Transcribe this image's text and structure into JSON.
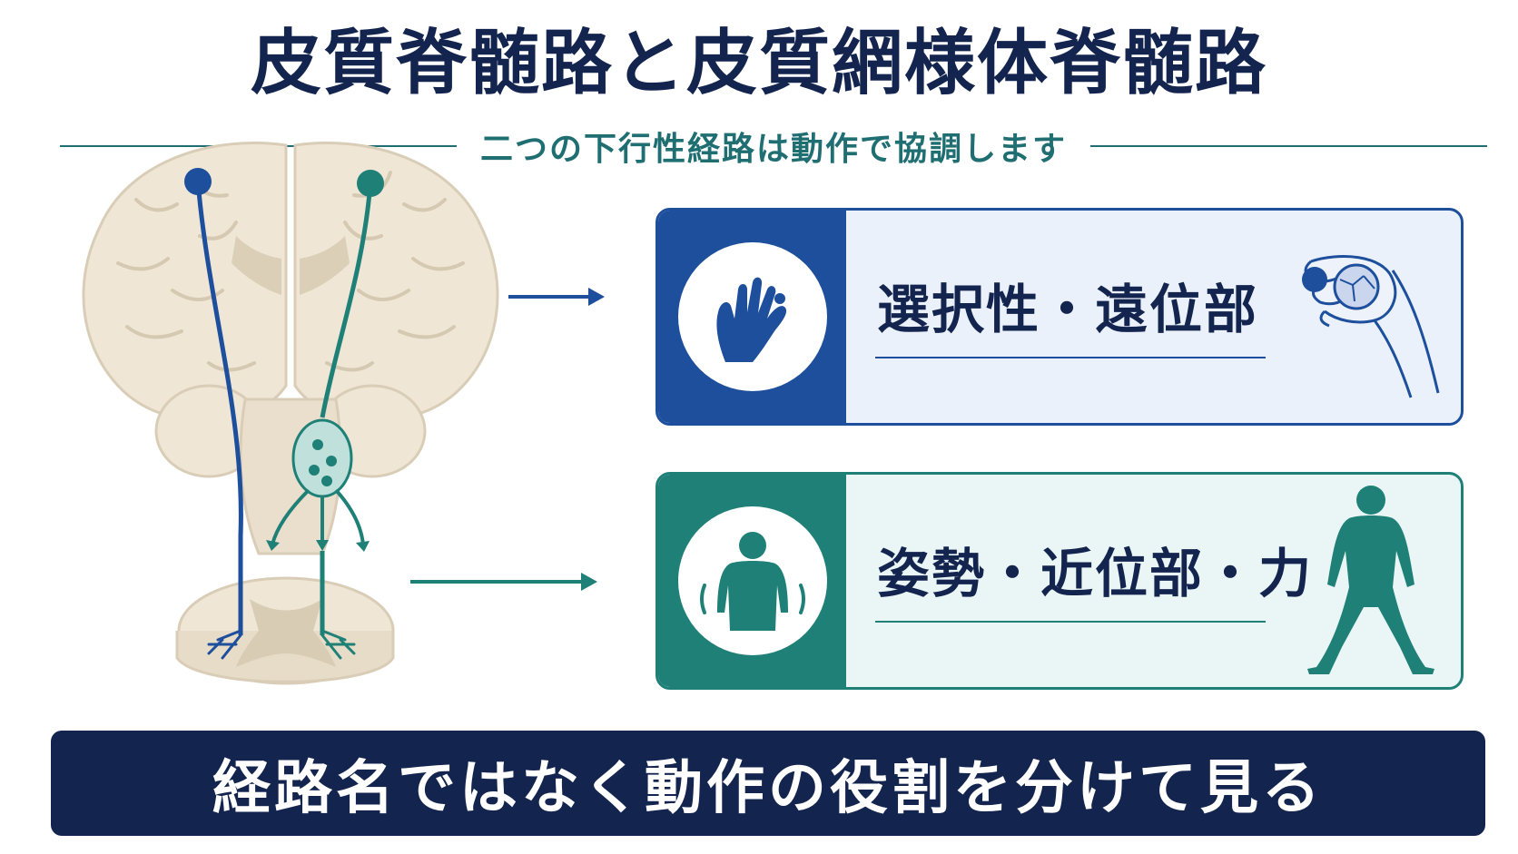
{
  "title": "皮質脊髄路と皮質網様体脊髄路",
  "subtitle": "二つの下行性経路は動作で協調します",
  "colors": {
    "navy": "#13244f",
    "blue": "#1d4f9c",
    "teal": "#1f8077",
    "brain": "#efe6d6"
  },
  "cards": [
    {
      "label": "選択性・遠位部",
      "icon": "pinch-hand-icon",
      "figure": "hand-grasping-ball-icon"
    },
    {
      "label": "姿勢・近位部・力",
      "icon": "upper-body-posture-icon",
      "figure": "standing-body-icon"
    }
  ],
  "banner": "経路名ではなく動作の役割を分けて見る"
}
